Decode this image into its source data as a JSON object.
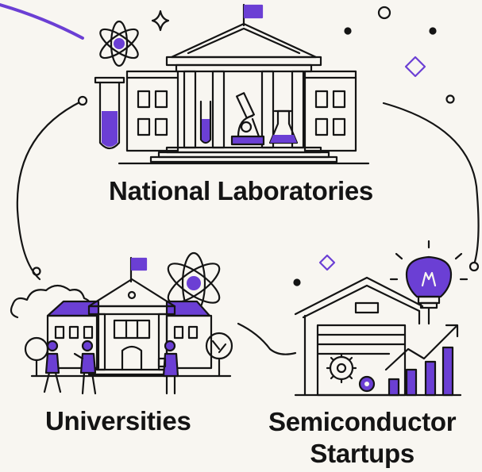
{
  "colors": {
    "accent": "#6b3fd4",
    "ink": "#141414",
    "background": "#f8f6f1"
  },
  "nodes": {
    "national": {
      "label": "National Laboratories",
      "icons": [
        "building-icon",
        "atom-icon",
        "test-tube-icon",
        "microscope-icon",
        "flask-icon",
        "flag-icon"
      ]
    },
    "universities": {
      "label": "Universities",
      "icons": [
        "campus-building-icon",
        "atom-icon",
        "students-icon",
        "tree-icon",
        "cloud-icon",
        "flag-icon"
      ]
    },
    "startups": {
      "label_line1": "Semiconductor",
      "label_line2": "Startups",
      "icons": [
        "warehouse-icon",
        "lightbulb-icon",
        "gear-icon",
        "growth-chart-icon",
        "trend-arrow-icon"
      ]
    }
  }
}
